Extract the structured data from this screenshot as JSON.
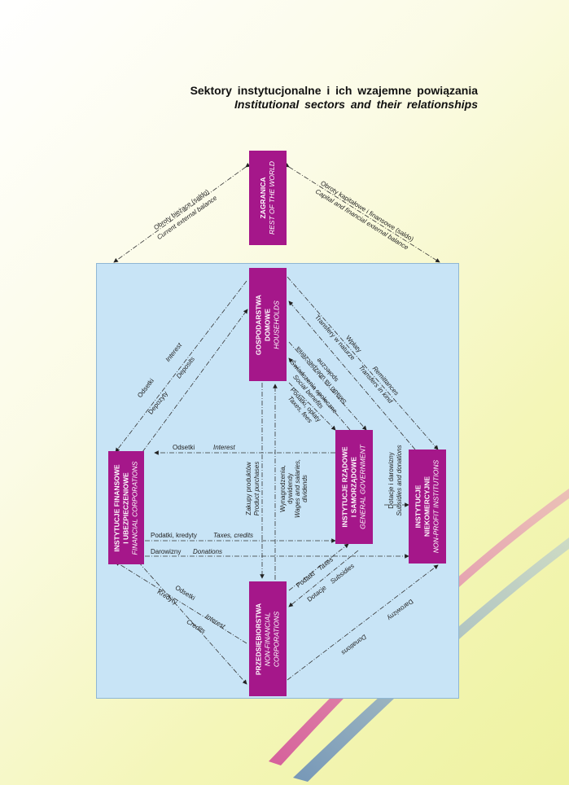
{
  "title": {
    "pl": "Sektory instytucjonalne i ich wzajemne powiązania",
    "en": "Institutional sectors and their relationships"
  },
  "nodes": {
    "rest_of_world": {
      "pl": "ZAGRANICA",
      "en": "REST OF THE WORLD"
    },
    "households": {
      "pl1": "GOSPODARSTWA",
      "pl2": "DOMOWE",
      "en": "HOUSEHOLDS"
    },
    "financial": {
      "pl1": "INSTYTUCJE FINANSOWE",
      "pl2": "I UBEZPIECZENIOWE",
      "en": "FINANCIAL CORPORATIONS"
    },
    "government": {
      "pl1": "INSTYTUCJE RZĄDOWE",
      "pl2": "I SAMORZĄDOWE",
      "en": "GENERAL GOVERNMENT"
    },
    "nonprofit": {
      "pl1": "INSTYTUCJE",
      "pl2": "NIEKOMERCYJNE",
      "en": "NON-PROFIT INSTITUTIONS"
    },
    "nonfinancial": {
      "pl": "PRZEDSIĘBIORSTWA",
      "en1": "NON-FINANCIAL",
      "en2": "CORPORATIONS"
    }
  },
  "flows": {
    "current_balance": {
      "pl": "Obroty bieżące (saldo)",
      "en": "Current external balance"
    },
    "capital_balance": {
      "pl": "Obroty kapitałowe i finansowe (saldo)",
      "en": "Capital and financial external balance"
    },
    "interest_hh": {
      "pl": "Odsetki",
      "en": "Interest"
    },
    "deposits": {
      "pl": "Depozyty",
      "en": "Deposits"
    },
    "remittances": {
      "pl": "Wpłaty",
      "en": "Remittances"
    },
    "transfers_kind": {
      "pl": "Transfery w naturze",
      "en": "Transfers in kind"
    },
    "social_contrib": {
      "pl": "Składki na ubezpieczenia",
      "en": "społeczne"
    },
    "social_benefits": {
      "pl": "Świadczenia społeczne",
      "en": "Social benefits"
    },
    "taxes_fees": {
      "pl": "Podatki, opłaty",
      "en": "Taxes, fees"
    },
    "interest_gov": {
      "pl": "Odsetki",
      "en": "Interest"
    },
    "product_purchases": {
      "pl": "Zakupy produktów",
      "en": "Product purchases"
    },
    "wages": {
      "pl1": "Wynagrodzenia,",
      "pl2": "dywidendy",
      "en1": "Wages and salaries,",
      "en2": "dividends"
    },
    "subsidies_donations": {
      "pl": "Dotacje i darowizny",
      "en": "Subsidies and donations"
    },
    "taxes_credits": {
      "pl": "Podatki, kredyty",
      "en": "Taxes, credits"
    },
    "donations_fin": {
      "pl": "Darowizny",
      "en": "Donations"
    },
    "taxes_corp": {
      "pl": "Podatki",
      "en": "Taxes"
    },
    "subsidies_corp": {
      "pl": "Dotacje",
      "en": "Subsidies"
    },
    "interest_corp": {
      "pl": "Odsetki",
      "en": "Interest"
    },
    "credits": {
      "pl": "Kredyty",
      "en": "Credits"
    },
    "donations_corp": {
      "pl": "Darowizny",
      "en": "Donations"
    }
  },
  "colors": {
    "node": "#a5178a",
    "panel": "#c8e4f6",
    "stripe_pink": "#d0508f",
    "stripe_blue": "#7f9fbf"
  }
}
